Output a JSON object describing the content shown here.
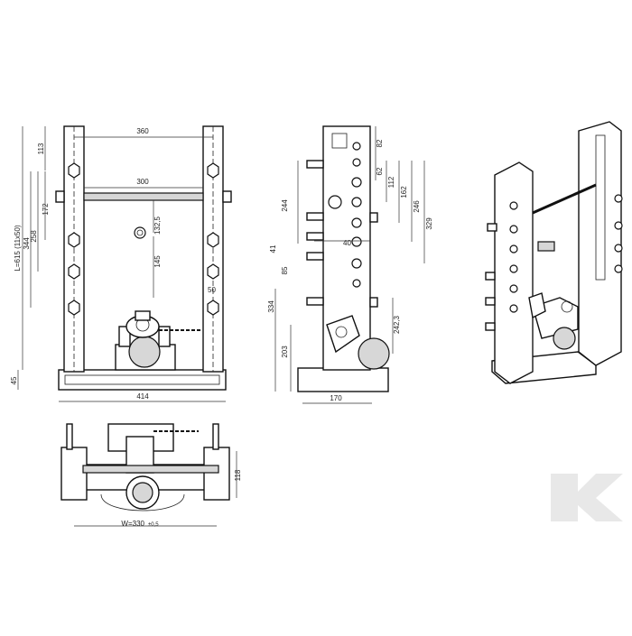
{
  "front_view": {
    "dims": {
      "top_offset": "113",
      "top_width": "360",
      "rod_length": "300",
      "d172": "172",
      "d258": "258",
      "d344": "344",
      "length": "L=615 (11x50)",
      "d132": "132,5",
      "d145": "145",
      "d50": "50",
      "base_height": "45",
      "base_width": "414"
    }
  },
  "side_view": {
    "dims": {
      "d82": "82",
      "d62": "62",
      "d112": "112",
      "d162": "162",
      "d246": "246",
      "d329": "329",
      "d244": "244",
      "d41": "41",
      "d85": "85",
      "d40": "40",
      "d242": "242,3",
      "d334": "334",
      "d203": "203",
      "d170": "170"
    }
  },
  "top_view": {
    "dims": {
      "width": "W=330",
      "tolerance": "±0,5",
      "depth": "118"
    }
  },
  "watermark": {
    "letter": "K"
  }
}
